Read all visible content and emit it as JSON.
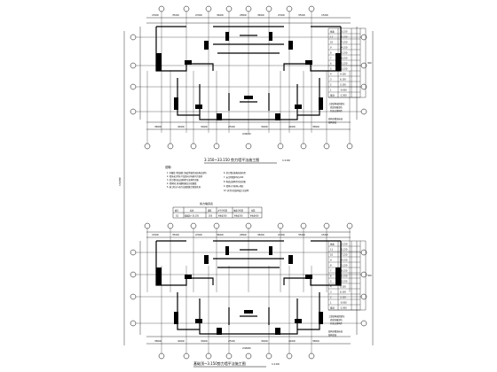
{
  "drawing": {
    "upper_plan": {
      "title": "3.150~33.150 剪力墙平法施工图",
      "scale": "1:100",
      "dims_top": [
        "1500",
        "3500",
        "2300",
        "3600",
        "2800",
        "3600",
        "2300",
        "3500",
        "1500"
      ],
      "dims_bottom": [
        "3800",
        "4000",
        "3900",
        "2500",
        "3900",
        "4000",
        "3800"
      ],
      "total_width": "24600",
      "overall_height": "13200"
    },
    "lower_plan": {
      "title": "基础顶~3.150剪力墙平法施工图",
      "scale": "1:100",
      "dims_top": [
        "1500",
        "3500",
        "2300",
        "3600",
        "2800",
        "3600",
        "2300",
        "3500",
        "1500"
      ],
      "dims_bottom": [
        "3800",
        "4000",
        "3900",
        "2500",
        "3900",
        "4000",
        "3800"
      ],
      "total_width": "24600"
    },
    "middle_notes": {
      "heading": "说明:",
      "lines": [
        "1. 本图剪力墙混凝土强度等级详见结构总说明",
        "2. 墙身未注明水平及竖向分布筋均为双排",
        "3. 剪力墙约束边缘构件详见构件详图",
        "4. 墙体洞口补强钢筋做法详见图集",
        "5. 施工时应与各专业图纸配合预留孔洞"
      ],
      "notes_right": [
        "6. 剪力墙拉筋梅花形布置",
        "7. 未注明墙厚均为200",
        "8. 构造边缘构件详见详图",
        "9. 墙体水平筋伸入暗柱",
        "10. 其余详见结构设计总说明"
      ],
      "table_title": "剪力墙身表",
      "table_headers": [
        "编号",
        "标高",
        "墙厚",
        "水平分布筋",
        "垂直分布筋",
        "拉筋"
      ],
      "table_rows": [
        [
          "Q1",
          "基础顶~33.150",
          "200",
          "Φ8@200",
          "Φ8@200",
          "Φ6@600"
        ]
      ]
    },
    "upper_schedule": {
      "rows": [
        [
          "屋面",
          "33.150"
        ],
        [
          "11",
          "30.150"
        ],
        [
          "10",
          "27.150"
        ],
        [
          "9",
          "24.150"
        ],
        [
          "8",
          "21.150"
        ],
        [
          "7",
          "18.150"
        ],
        [
          "6",
          "15.150"
        ],
        [
          "5",
          "12.150"
        ],
        [
          "4",
          "9.150"
        ],
        [
          "3",
          "6.150"
        ],
        [
          "2",
          "3.150"
        ],
        [
          "1",
          "-0.050"
        ],
        [
          "基顶",
          "-1.500"
        ]
      ],
      "side_label": "300",
      "notes": [
        "上部结构嵌固部位",
        "底部加强部位",
        "约束边缘构件",
        "结构层楼面标高",
        "结构层高"
      ]
    },
    "lower_schedule": {
      "rows": [
        [
          "屋面",
          "33.150"
        ],
        [
          "11",
          "30.150"
        ],
        [
          "10",
          "27.150"
        ],
        [
          "9",
          "24.150"
        ],
        [
          "8",
          "21.150"
        ],
        [
          "7",
          "18.150"
        ],
        [
          "6",
          "15.150"
        ],
        [
          "5",
          "12.150"
        ],
        [
          "4",
          "9.150"
        ],
        [
          "3",
          "6.150"
        ],
        [
          "2",
          "3.150"
        ],
        [
          "1",
          "-0.050"
        ],
        [
          "基顶",
          "-1.500"
        ]
      ],
      "side_label": "300",
      "notes": [
        "上部结构嵌固部位",
        "底部加强部位",
        "约束边缘构件",
        "结构层楼面标高",
        "结构层高"
      ]
    },
    "colors": {
      "line": "#000000",
      "background": "#ffffff"
    }
  }
}
